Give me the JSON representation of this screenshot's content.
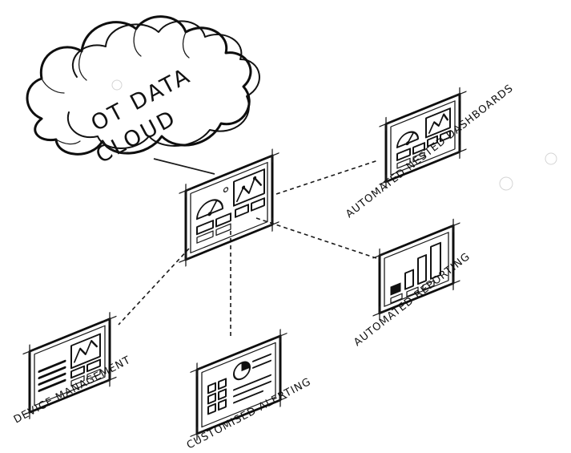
{
  "cloud": {
    "line1": "OT DATA",
    "line2": "CLOUD"
  },
  "labels": {
    "nested": "AUTOMATED NESTED DASHBOARDS",
    "reporting": "AUTOMATED REPORTING",
    "device": "DEVICE MANAGEMENT",
    "alerting": "CUSTOMISED ALERTING"
  },
  "colors": {
    "ink": "#111111",
    "background": "#ffffff"
  }
}
